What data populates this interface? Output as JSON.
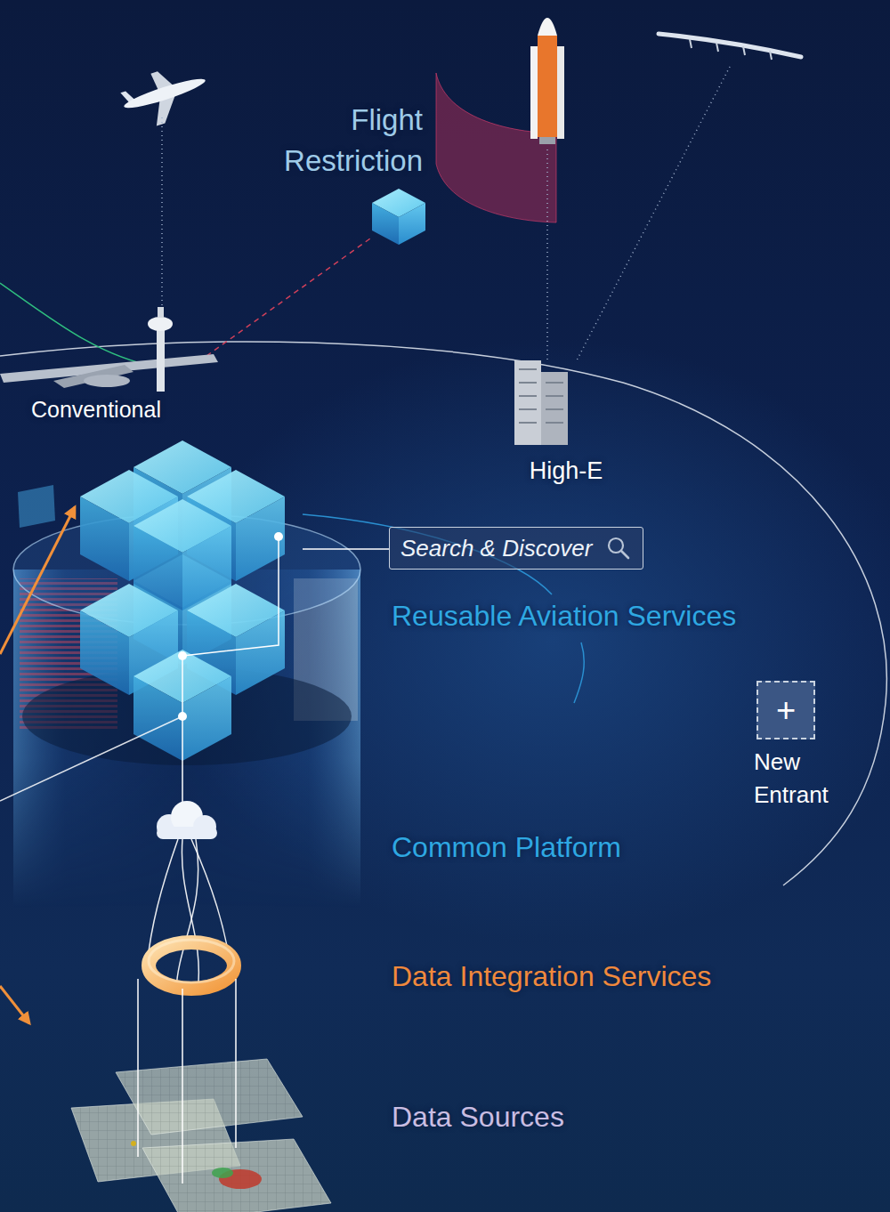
{
  "diagram": {
    "nodes": [
      {
        "text": [
          "Search & Discover"
        ]
      },
      {
        "text": [
          "+",
          "New Entrant"
        ]
      }
    ],
    "labels": [
      "Flight Restriction",
      "Conventional",
      "High-E",
      "Reusable Aviation Services",
      "Common Platform",
      "Data Integration Services",
      "Data Sources"
    ]
  }
}
